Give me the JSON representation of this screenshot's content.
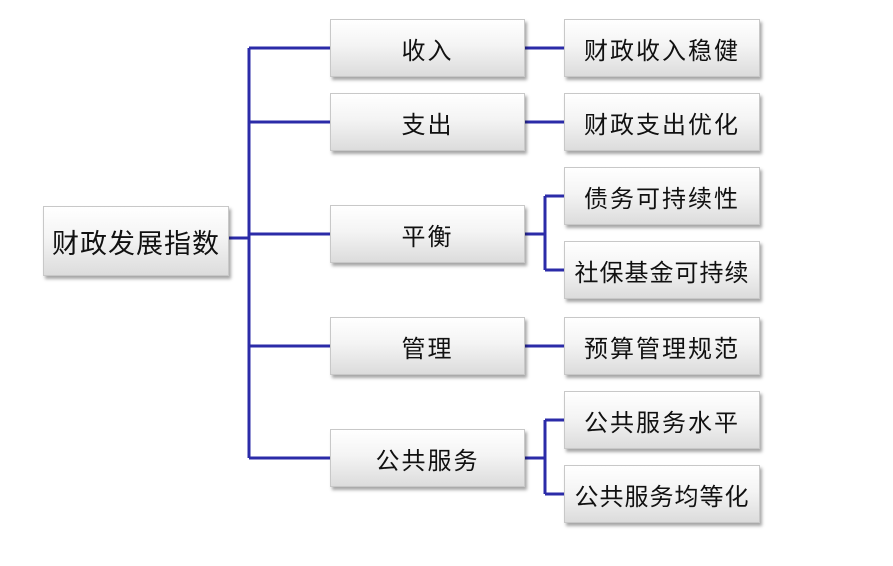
{
  "diagram": {
    "root": "财政发展指数",
    "line_color": "#2b2ba8",
    "branches": [
      {
        "label": "收入",
        "children": [
          "财政收入稳健"
        ]
      },
      {
        "label": "支出",
        "children": [
          "财政支出优化"
        ]
      },
      {
        "label": "平衡",
        "children": [
          "债务可持续性",
          "社保基金可持续"
        ]
      },
      {
        "label": "管理",
        "children": [
          "预算管理规范"
        ]
      },
      {
        "label": "公共服务",
        "children": [
          "公共服务水平",
          "公共服务均等化"
        ]
      }
    ]
  }
}
